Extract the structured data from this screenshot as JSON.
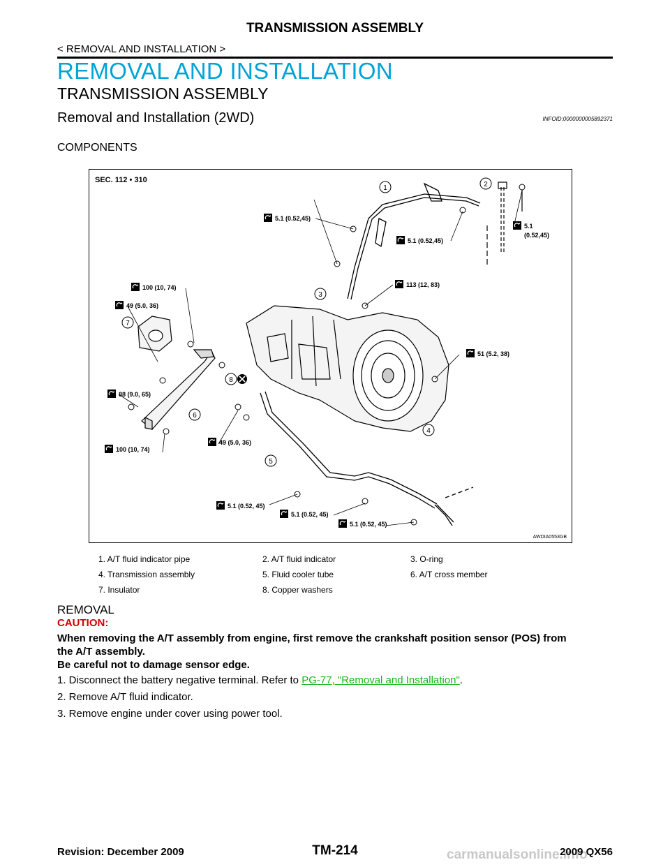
{
  "header": {
    "title": "TRANSMISSION ASSEMBLY",
    "breadcrumb": "< REMOVAL AND INSTALLATION >"
  },
  "section_title": "REMOVAL AND INSTALLATION",
  "subsection_title": "TRANSMISSION ASSEMBLY",
  "topic": {
    "title": "Removal and Installation (2WD)",
    "info_id": "INFOID:0000000005892371"
  },
  "components_heading": "COMPONENTS",
  "figure": {
    "section_ref": "SEC. 112 • 310",
    "figure_id": "AWDIA0553GB",
    "torques": [
      "5.1 (0.52,45)",
      "5.1 (0.52,45)",
      "5.1",
      "(0.52,45)",
      "113 (12, 83)",
      "100 (10, 74)",
      "49 (5.0, 36)",
      "51 (5.2, 38)",
      "88 (9.0, 65)",
      "49 (5.0, 36)",
      "100 (10, 74)",
      "5.1 (0.52, 45)",
      "5.1 (0.52, 45)",
      "5.1 (0.52, 45)"
    ],
    "callouts": [
      "1",
      "2",
      "3",
      "4",
      "5",
      "6",
      "7",
      "8"
    ]
  },
  "legend": [
    "1.   A/T fluid indicator pipe",
    "2.   A/T fluid indicator",
    "3.   O-ring",
    "4.   Transmission assembly",
    "5.   Fluid cooler tube",
    "6.   A/T cross member",
    "7.   Insulator",
    "8.   Copper washers"
  ],
  "removal": {
    "heading": "REMOVAL",
    "caution_label": "CAUTION:",
    "caution_lines": [
      "When removing the A/T assembly from engine, first remove the crankshaft position sensor (POS) from",
      "the A/T assembly.",
      "Be careful not to damage sensor edge."
    ],
    "steps": [
      {
        "text": "1.   Disconnect the battery negative terminal. Refer to ",
        "link": "PG-77, \"Removal and Installation\"",
        "after": "."
      },
      {
        "text": "2.   Remove A/T fluid indicator."
      },
      {
        "text": "3.   Remove engine under cover using power tool."
      }
    ]
  },
  "footer": {
    "revision": "Revision: December 2009",
    "page": "TM-214",
    "model": "2009 QX56",
    "watermark": "carmanualsonline.info"
  }
}
